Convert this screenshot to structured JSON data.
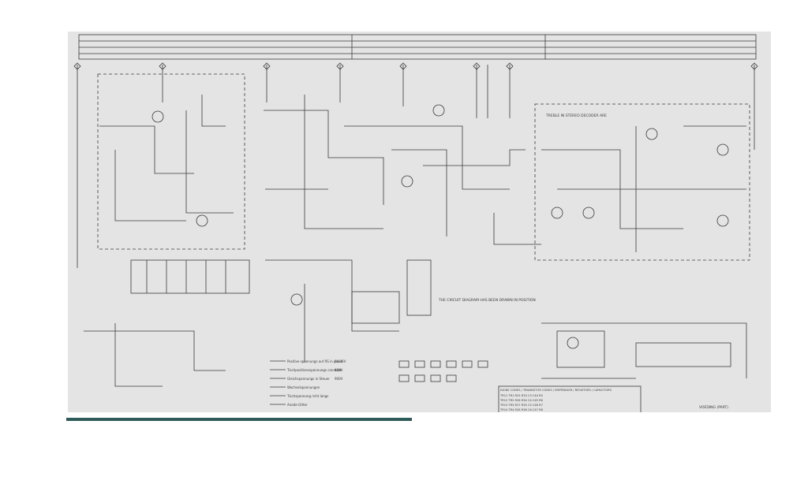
{
  "document": {
    "kind": "scanned schematic diagram",
    "colors": {
      "paper": "#e4e4e4",
      "ink": "#3a3a3a",
      "background": "#ffffff",
      "progress": "#2f5a5a"
    }
  },
  "notes": {
    "stereo_note": "TREBLE IN STEREO DECODER ARE",
    "mono_note": "THE CIRCUIT DIAGRAM HAS BEEN DRAWN IN POSITION"
  },
  "legend": {
    "items": [
      {
        "label": "Positive spannungs auf RS in pulse",
        "value": "0V/36V"
      },
      {
        "label": "Tischpositionsspannungs constant",
        "value": "400V"
      },
      {
        "label": "Gleichspannungs in Steuer",
        "value": "900V"
      },
      {
        "label": "Wechselspannungen",
        "value": ""
      },
      {
        "label": "Tischspannung richt langs",
        "value": ""
      },
      {
        "label": "Anode-Gitter",
        "value": ""
      }
    ]
  },
  "component_table": {
    "header": "DIODE CODES / TRANSISTOR CODES / EMPFÄNGER / RESISTORS / CAPACITORS",
    "rows": [
      "TR11 TR1 R25 R33 C3 C44 R5",
      "TR12 TR2 R26 R34 C4 C45 R6",
      "TR13 TR3 R27 R35 C5 C46 R7",
      "TR14 TR4 R28 R36 C6 C47 R8"
    ]
  },
  "labels": {
    "power_supply": "VOEDING (PART)"
  },
  "viewer": {
    "progress_fraction": 0.73
  }
}
